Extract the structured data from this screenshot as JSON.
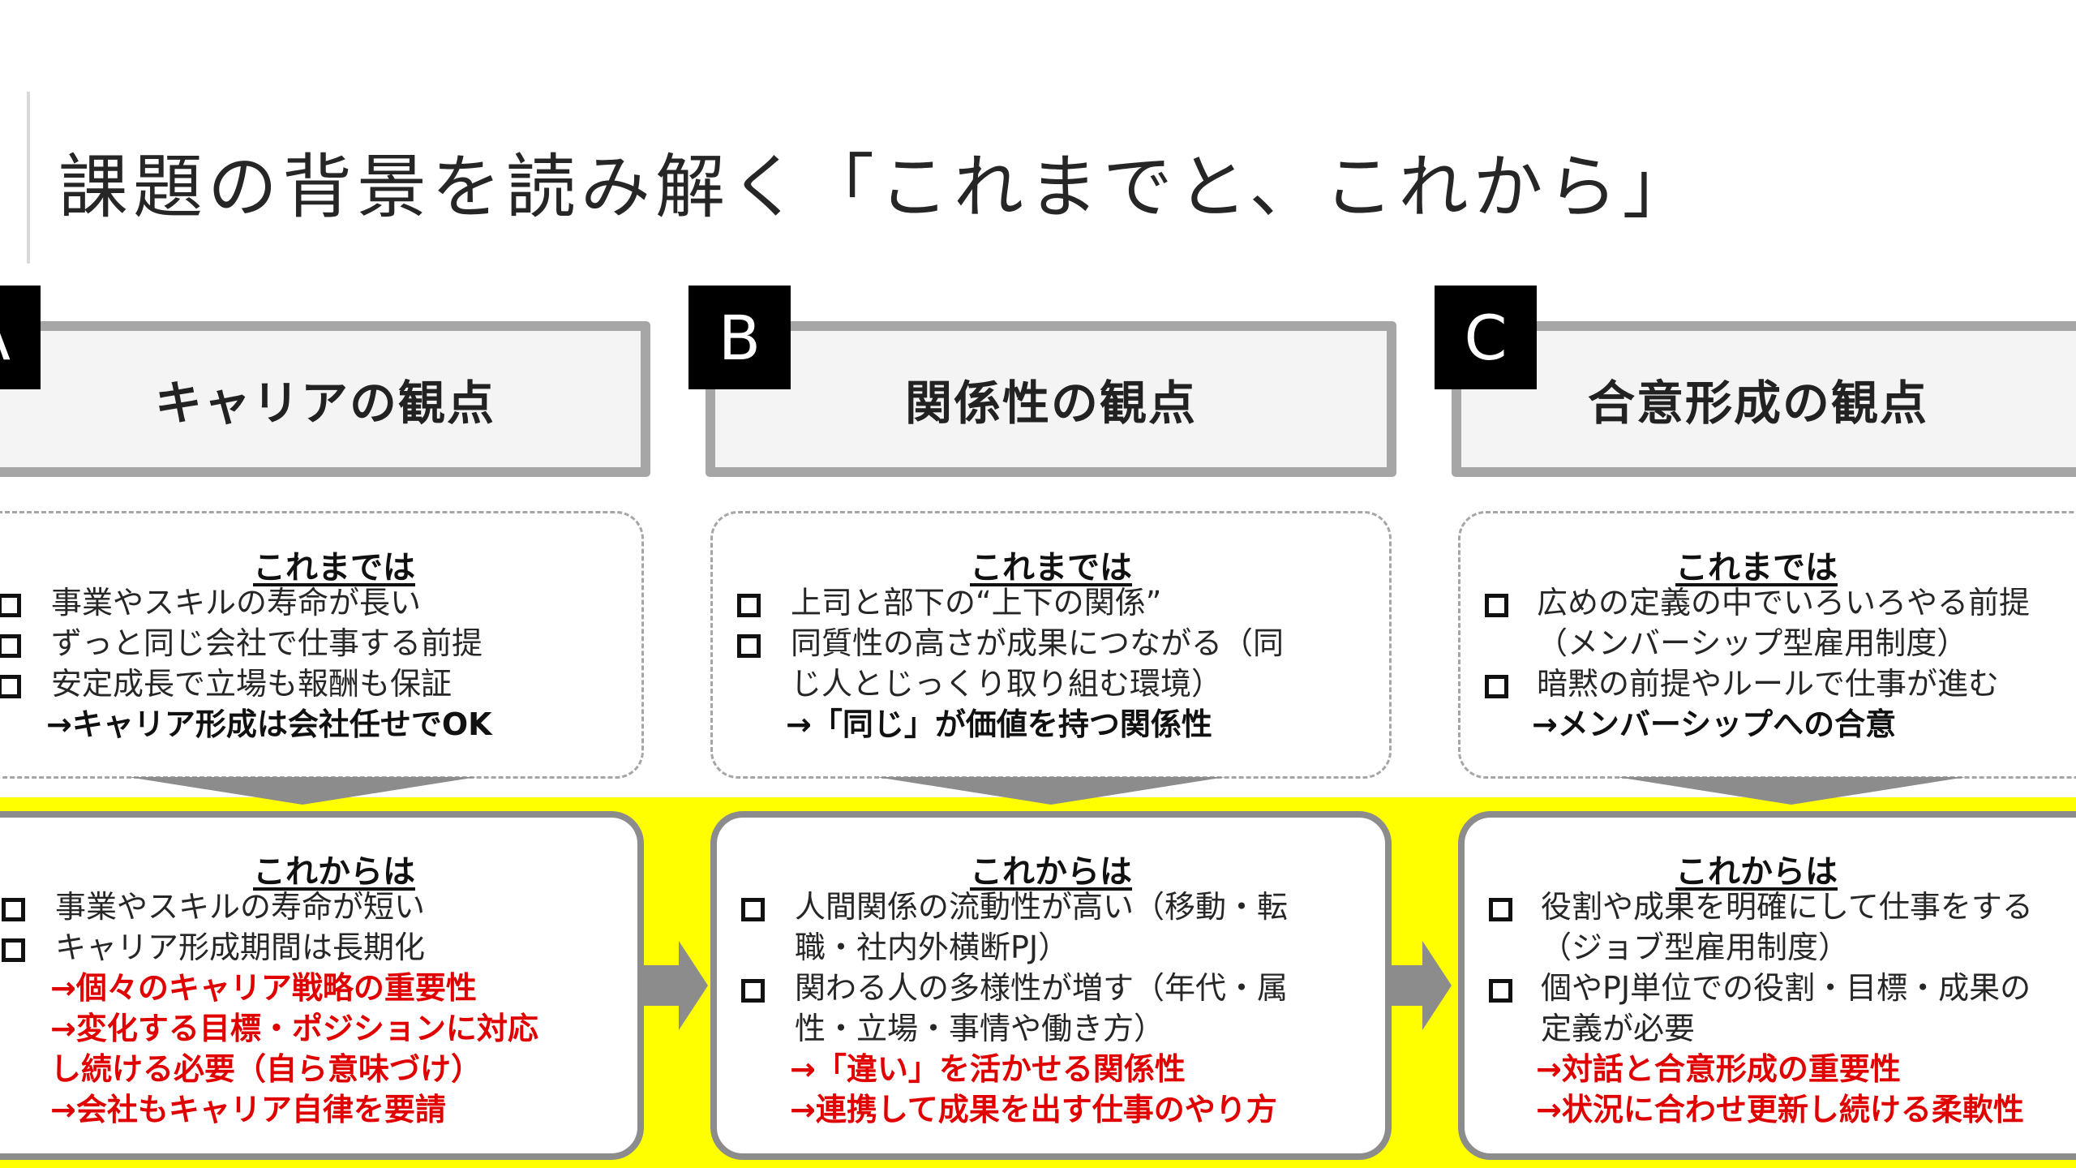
{
  "title": "課題の背景を読み解く「これまでと、これから」",
  "columns": [
    {
      "letter": "A",
      "header": "キャリアの観点",
      "before": {
        "heading": "これまでは",
        "lines": [
          {
            "text": "事業やスキルの寿命が長い",
            "type": "check"
          },
          {
            "text": "ずっと同じ会社で仕事する前提",
            "type": "check"
          },
          {
            "text": "安定成長で立場も報酬も保証",
            "type": "check"
          },
          {
            "text": "→キャリア形成は会社任せでOK",
            "type": "bold"
          }
        ]
      },
      "after": {
        "heading": "これからは",
        "lines": [
          {
            "text": "事業やスキルの寿命が短い",
            "type": "check"
          },
          {
            "text": "キャリア形成期間は長期化",
            "type": "check"
          },
          {
            "text": "→個々のキャリア戦略の重要性",
            "type": "red"
          },
          {
            "text": "→変化する目標・ポジションに対応",
            "type": "red"
          },
          {
            "text": "し続ける必要（自ら意味づけ）",
            "type": "red"
          },
          {
            "text": "→会社もキャリア自律を要請",
            "type": "red"
          }
        ]
      }
    },
    {
      "letter": "B",
      "header": "関係性の観点",
      "before": {
        "heading": "これまでは",
        "lines": [
          {
            "text": "上司と部下の“上下の関係”",
            "type": "check"
          },
          {
            "text": "同質性の高さが成果につながる（同",
            "type": "check"
          },
          {
            "text": "じ人とじっくり取り組む環境）",
            "type": "cont"
          },
          {
            "text": "→「同じ」が価値を持つ関係性",
            "type": "bold"
          }
        ]
      },
      "after": {
        "heading": "これからは",
        "lines": [
          {
            "text": "人間関係の流動性が高い（移動・転",
            "type": "check"
          },
          {
            "text": "職・社内外横断PJ）",
            "type": "cont"
          },
          {
            "text": "関わる人の多様性が増す（年代・属",
            "type": "check"
          },
          {
            "text": "性・立場・事情や働き方）",
            "type": "cont"
          },
          {
            "text": "→「違い」を活かせる関係性",
            "type": "red"
          },
          {
            "text": "→連携して成果を出す仕事のやり方",
            "type": "red"
          }
        ]
      }
    },
    {
      "letter": "C",
      "header": "合意形成の観点",
      "before": {
        "heading": "これまでは",
        "lines": [
          {
            "text": "広めの定義の中でいろいろやる前提",
            "type": "check"
          },
          {
            "text": "（メンバーシップ型雇用制度）",
            "type": "cont"
          },
          {
            "text": "暗黙の前提やルールで仕事が進む",
            "type": "check"
          },
          {
            "text": "→メンバーシップへの合意",
            "type": "bold"
          }
        ]
      },
      "after": {
        "heading": "これからは",
        "lines": [
          {
            "text": "役割や成果を明確にして仕事をする",
            "type": "check"
          },
          {
            "text": "（ジョブ型雇用制度）",
            "type": "cont"
          },
          {
            "text": "個やPJ単位での役割・目標・成果の",
            "type": "check"
          },
          {
            "text": "定義が必要",
            "type": "cont"
          },
          {
            "text": "→対話と合意形成の重要性",
            "type": "red"
          },
          {
            "text": "→状況に合わせ更新し続ける柔軟性",
            "type": "red"
          }
        ]
      }
    }
  ],
  "colors": {
    "highlight_band": "#ffff00",
    "red_text": "#e00000",
    "frame_gray": "#a6a6a6",
    "arrow_gray": "#8c8c8c"
  }
}
